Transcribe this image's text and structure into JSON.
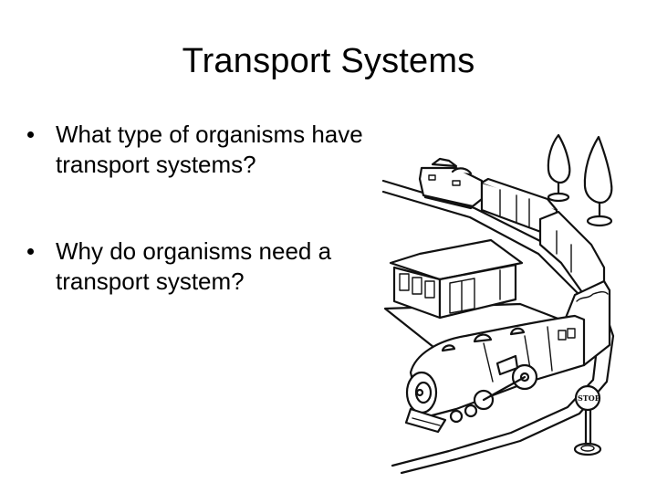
{
  "slide": {
    "title": "Transport Systems",
    "bullets": [
      {
        "text": "What type of organisms have transport systems?"
      },
      {
        "text": "Why do organisms need a transport system?"
      }
    ],
    "illustration": {
      "description": "Line-art toy train set: steam locomotive pulling freight cars and a caboose around a curved track, past a station building, two trees and a stop sign",
      "stop_sign_text": "STOP"
    }
  },
  "colors": {
    "background": "#ffffff",
    "text": "#000000",
    "line_art": "#111111"
  }
}
